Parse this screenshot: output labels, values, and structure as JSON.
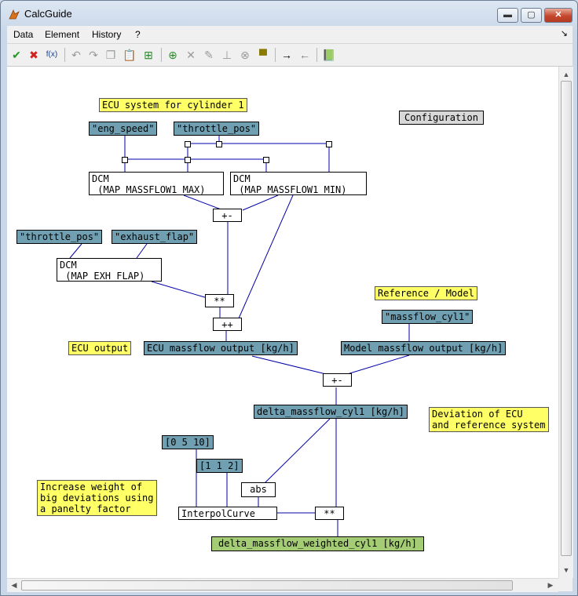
{
  "window": {
    "title": "CalcGuide",
    "min_label": "▬",
    "max_label": "▢",
    "close_label": "✕"
  },
  "menu": {
    "items": [
      "Data",
      "Element",
      "History",
      "?"
    ],
    "corner": "↘"
  },
  "toolbar": {
    "icons": [
      "check-icon",
      "cross-icon",
      "variable-icon",
      "undo-icon",
      "redo-icon",
      "copy-icon",
      "paste-icon",
      "fit-icon",
      "add-element-icon",
      "delete-icon",
      "edit-icon",
      "insert-node-icon",
      "merge-icon",
      "add-above-icon",
      "connect-right-icon",
      "connect-left-icon",
      "book-icon"
    ],
    "glyphs": {
      "check": "✔",
      "cross": "✖",
      "variable": "f(x)"
    }
  },
  "diagram": {
    "ecu_title": "ECU system for cylinder 1",
    "configuration": "Configuration",
    "eng_speed": "\"eng_speed\"",
    "throttle_pos_1": "\"throttle_pos\"",
    "dcm_max": "DCM\n (MAP_MASSFLOW1_MAX)",
    "dcm_min": "DCM\n (MAP_MASSFLOW1_MIN)",
    "op_plus_minus_1": "+-",
    "throttle_pos_2": "\"throttle_pos\"",
    "exhaust_flap": "\"exhaust_flap\"",
    "dcm_exh": "DCM\n (MAP_EXH_FLAP)",
    "op_times": "**",
    "op_plus_plus": "++",
    "ref_model": "Reference / Model",
    "massflow_cyl1": "\"massflow_cyl1\"",
    "ecu_output": "ECU output",
    "ecu_massflow_output": "ECU massflow output [kg/h]",
    "model_massflow_output": "Model massflow output [kg/h]",
    "op_plus_minus_2": "+-",
    "delta_massflow": "delta_massflow_cyl1 [kg/h]",
    "deviation_note": "Deviation of ECU\nand reference system",
    "vec_0_5_10": "[0 5 10]",
    "vec_1_1_2": "[1 1 2]",
    "weight_note": "Increase weight of\nbig deviations using\na panelty factor",
    "abs": "abs",
    "interpol_curve": "InterpolCurve",
    "op_times_2": "**",
    "delta_weighted": "delta_massflow_weighted_cyl1 [kg/h]"
  },
  "colors": {
    "wire": "#0000aa",
    "block_blue": "#6f9fb1",
    "note_yellow": "#ffff66",
    "output_green": "#a4cc74"
  }
}
